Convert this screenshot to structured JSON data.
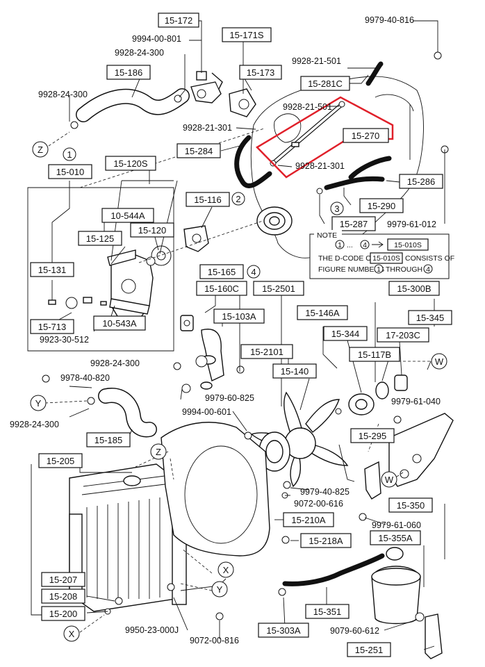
{
  "title_note": {
    "heading": "NOTE",
    "line1_a": "1",
    "line1_b": "...",
    "line1_c": "4",
    "line1_ref": "15-010S",
    "line2": "THE D-CODE OF",
    "line2_ref": "15-010S",
    "line2_end": "CONSISTS OF",
    "line3": "FIGURE NUMBERS",
    "line3_a": "1",
    "line3_mid": "THROUGH",
    "line3_b": "4"
  },
  "boxed_labels": [
    {
      "id": "15-172"
    },
    {
      "id": "15-171S"
    },
    {
      "id": "15-173"
    },
    {
      "id": "15-186"
    },
    {
      "id": "15-281C"
    },
    {
      "id": "15-270"
    },
    {
      "id": "15-284"
    },
    {
      "id": "15-010"
    },
    {
      "id": "15-120S"
    },
    {
      "id": "15-116"
    },
    {
      "id": "15-286"
    },
    {
      "id": "15-290"
    },
    {
      "id": "10-544A"
    },
    {
      "id": "15-120"
    },
    {
      "id": "15-125"
    },
    {
      "id": "15-287"
    },
    {
      "id": "15-131"
    },
    {
      "id": "15-165"
    },
    {
      "id": "15-160C"
    },
    {
      "id": "15-2501"
    },
    {
      "id": "15-300B"
    },
    {
      "id": "15-103A"
    },
    {
      "id": "15-146A"
    },
    {
      "id": "15-345"
    },
    {
      "id": "15-713"
    },
    {
      "id": "10-543A"
    },
    {
      "id": "15-344"
    },
    {
      "id": "17-203C"
    },
    {
      "id": "15-2101"
    },
    {
      "id": "15-117B"
    },
    {
      "id": "15-140"
    },
    {
      "id": "15-185"
    },
    {
      "id": "15-295"
    },
    {
      "id": "15-205"
    },
    {
      "id": "15-350"
    },
    {
      "id": "15-210A"
    },
    {
      "id": "15-355A"
    },
    {
      "id": "15-218A"
    },
    {
      "id": "15-207"
    },
    {
      "id": "15-208"
    },
    {
      "id": "15-200"
    },
    {
      "id": "15-351"
    },
    {
      "id": "15-303A"
    },
    {
      "id": "15-251"
    }
  ],
  "plain_labels": [
    {
      "id": "9979-40-816"
    },
    {
      "id": "9994-00-801"
    },
    {
      "id": "9928-24-300"
    },
    {
      "id": "9928-21-501"
    },
    {
      "id": "9928-24-300"
    },
    {
      "id": "9928-21-501"
    },
    {
      "id": "9928-21-301"
    },
    {
      "id": "9928-21-301"
    },
    {
      "id": "9979-61-012"
    },
    {
      "id": "9923-30-512"
    },
    {
      "id": "9928-24-300"
    },
    {
      "id": "9978-40-820"
    },
    {
      "id": "9979-60-825"
    },
    {
      "id": "9979-61-040"
    },
    {
      "id": "9928-24-300"
    },
    {
      "id": "9994-00-601"
    },
    {
      "id": "9979-40-825"
    },
    {
      "id": "9072-00-616"
    },
    {
      "id": "9979-61-060"
    },
    {
      "id": "9950-23-000J"
    },
    {
      "id": "9072-00-816"
    },
    {
      "id": "9079-60-612"
    }
  ],
  "circled_refs": [
    {
      "id": "Z"
    },
    {
      "id": "1"
    },
    {
      "id": "2"
    },
    {
      "id": "3"
    },
    {
      "id": "4"
    },
    {
      "id": "W"
    },
    {
      "id": "Y"
    },
    {
      "id": "Z"
    },
    {
      "id": "W"
    },
    {
      "id": "X"
    },
    {
      "id": "Y"
    },
    {
      "id": "X"
    }
  ],
  "colors": {
    "highlight": "#e0202a",
    "ink": "#111111"
  }
}
